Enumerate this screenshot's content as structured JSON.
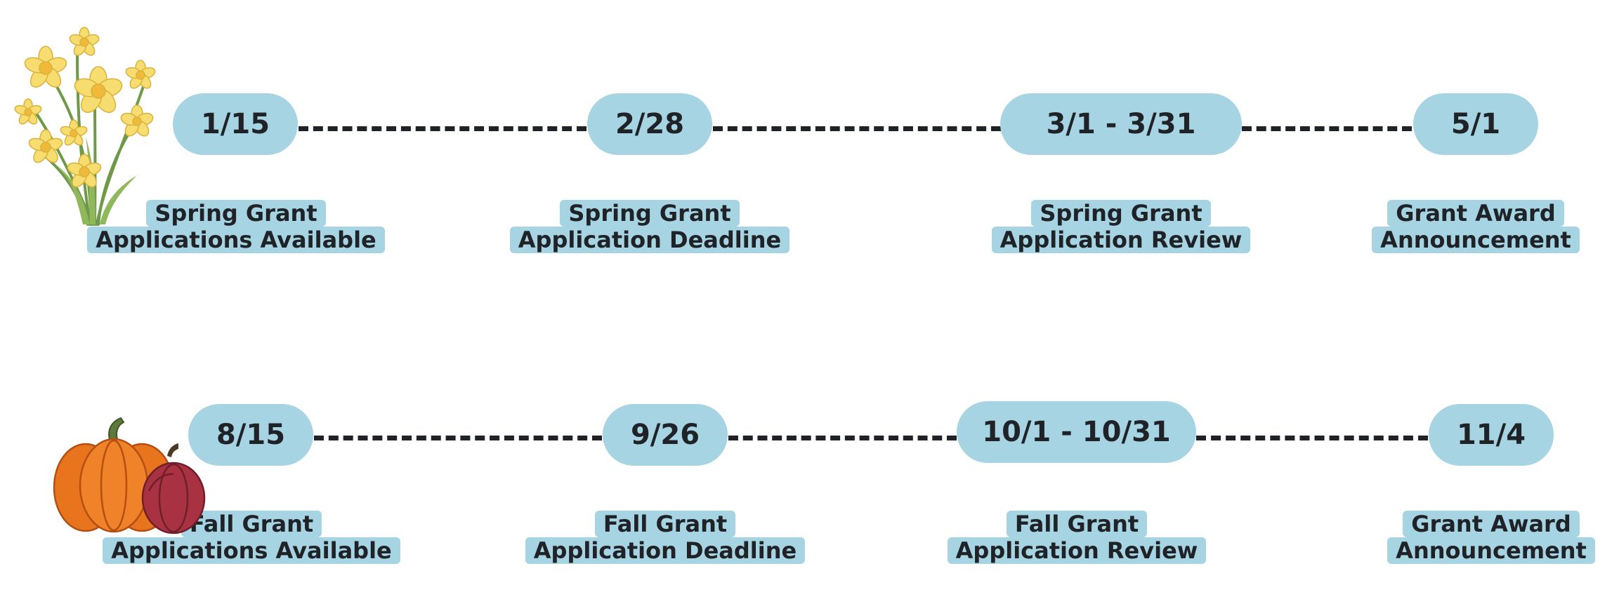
{
  "rows": [
    {
      "milestones": [
        {
          "date": "1/15",
          "line1": "Spring Grant",
          "line2": "Applications Available"
        },
        {
          "date": "2/28",
          "line1": "Spring Grant",
          "line2": "Application Deadline"
        },
        {
          "date": "3/1 - 3/31",
          "line1": "Spring Grant",
          "line2": "Application Review"
        },
        {
          "date": "5/1",
          "line1": "Grant Award",
          "line2": "Announcement"
        }
      ],
      "decoration_icon": "daffodil-bouquet-icon"
    },
    {
      "milestones": [
        {
          "date": "8/15",
          "line1": "Fall Grant",
          "line2": "Applications Available"
        },
        {
          "date": "9/26",
          "line1": "Fall Grant",
          "line2": "Application Deadline"
        },
        {
          "date": "10/1 - 10/31",
          "line1": "Fall Grant",
          "line2": "Application Review"
        },
        {
          "date": "11/4",
          "line1": "Grant Award",
          "line2": "Announcement"
        }
      ],
      "decoration_icon": "pumpkins-icon"
    }
  ],
  "colors": {
    "pill_fill": "#a6d4e3",
    "text": "#1f2226",
    "connector": "#1f2226"
  }
}
